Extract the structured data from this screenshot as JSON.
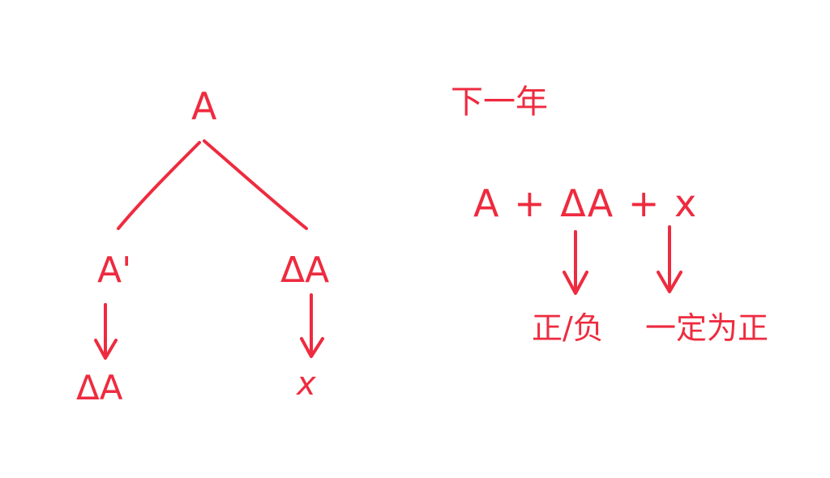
{
  "colors": {
    "ink": "#ee2b3f",
    "background": "#ffffff"
  },
  "tree": {
    "root": "A",
    "left_child": "A'",
    "right_child": "ΔA",
    "left_leaf": "ΔA",
    "right_leaf": "x"
  },
  "right_panel": {
    "heading": "下一年",
    "equation": "A + ΔA + x",
    "annotation_delta": "正/负",
    "annotation_x": "一定为正"
  }
}
